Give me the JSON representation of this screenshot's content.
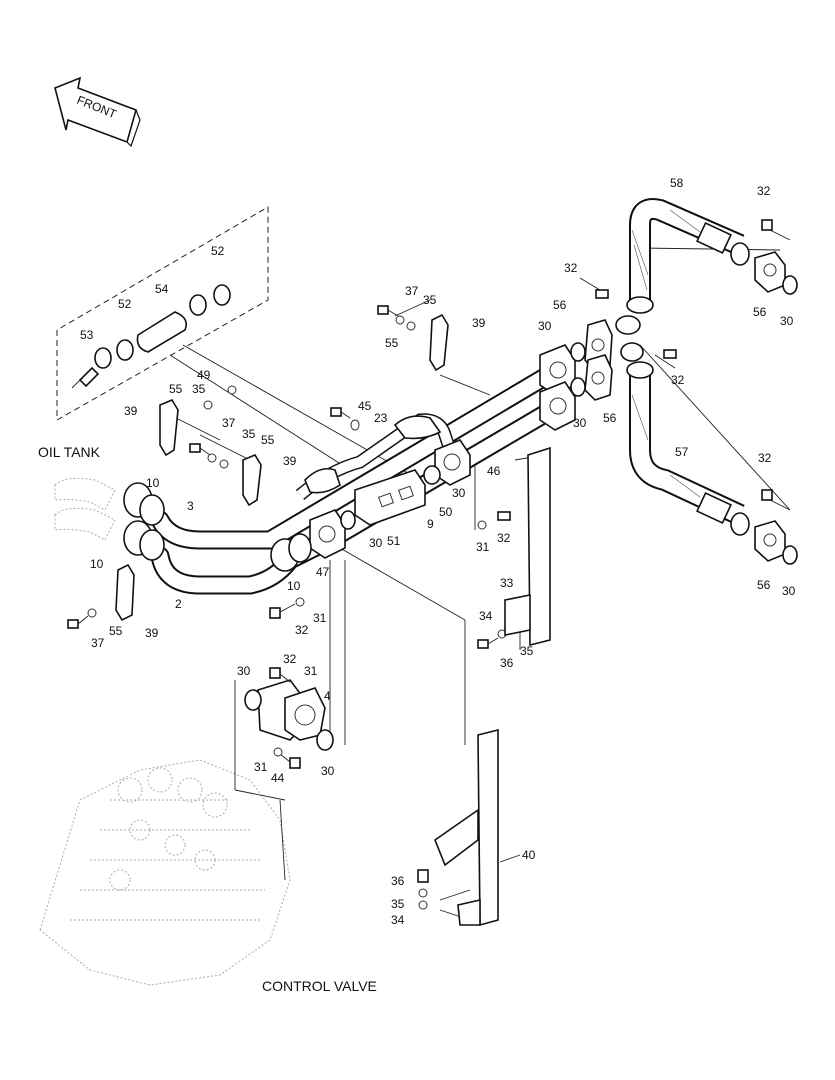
{
  "captions": {
    "front": "FRONT",
    "oil_tank": "OIL TANK",
    "control_valve": "CONTROL VALVE"
  },
  "callouts": [
    {
      "id": "c58",
      "text": "58"
    },
    {
      "id": "c32a",
      "text": "32"
    },
    {
      "id": "c32b",
      "text": "32"
    },
    {
      "id": "c37a",
      "text": "37"
    },
    {
      "id": "c35a",
      "text": "35"
    },
    {
      "id": "c39a",
      "text": "39"
    },
    {
      "id": "c55a",
      "text": "55"
    },
    {
      "id": "c56a",
      "text": "56"
    },
    {
      "id": "c30a",
      "text": "30"
    },
    {
      "id": "c56b",
      "text": "56"
    },
    {
      "id": "c30b",
      "text": "30"
    },
    {
      "id": "c32c",
      "text": "32"
    },
    {
      "id": "c30c",
      "text": "30"
    },
    {
      "id": "c56c",
      "text": "56"
    },
    {
      "id": "c52a",
      "text": "52"
    },
    {
      "id": "c52b",
      "text": "52"
    },
    {
      "id": "c54",
      "text": "54"
    },
    {
      "id": "c53",
      "text": "53"
    },
    {
      "id": "c49",
      "text": "49"
    },
    {
      "id": "c55b",
      "text": "55"
    },
    {
      "id": "c35b",
      "text": "35"
    },
    {
      "id": "c39b",
      "text": "39"
    },
    {
      "id": "c45",
      "text": "45"
    },
    {
      "id": "c23",
      "text": "23"
    },
    {
      "id": "c37b",
      "text": "37"
    },
    {
      "id": "c35c",
      "text": "35"
    },
    {
      "id": "c55c",
      "text": "55"
    },
    {
      "id": "c39c",
      "text": "39"
    },
    {
      "id": "c46",
      "text": "46"
    },
    {
      "id": "c30d",
      "text": "30"
    },
    {
      "id": "c50",
      "text": "50"
    },
    {
      "id": "c9",
      "text": "9"
    },
    {
      "id": "c57",
      "text": "57"
    },
    {
      "id": "c32d",
      "text": "32"
    },
    {
      "id": "c10a",
      "text": "10"
    },
    {
      "id": "c3",
      "text": "3"
    },
    {
      "id": "c10b",
      "text": "10"
    },
    {
      "id": "c51",
      "text": "51"
    },
    {
      "id": "c30e",
      "text": "30"
    },
    {
      "id": "c31a",
      "text": "31"
    },
    {
      "id": "c32e",
      "text": "32"
    },
    {
      "id": "c56d",
      "text": "56"
    },
    {
      "id": "c30f",
      "text": "30"
    },
    {
      "id": "c47",
      "text": "47"
    },
    {
      "id": "c10c",
      "text": "10"
    },
    {
      "id": "c2",
      "text": "2"
    },
    {
      "id": "c33",
      "text": "33"
    },
    {
      "id": "c31b",
      "text": "31"
    },
    {
      "id": "c32f",
      "text": "32"
    },
    {
      "id": "c55d",
      "text": "55"
    },
    {
      "id": "c39d",
      "text": "39"
    },
    {
      "id": "c37c",
      "text": "37"
    },
    {
      "id": "c34a",
      "text": "34"
    },
    {
      "id": "c35d",
      "text": "35"
    },
    {
      "id": "c36a",
      "text": "36"
    },
    {
      "id": "c32g",
      "text": "32"
    },
    {
      "id": "c31c",
      "text": "31"
    },
    {
      "id": "c30g",
      "text": "30"
    },
    {
      "id": "c4",
      "text": "4"
    },
    {
      "id": "c31d",
      "text": "31"
    },
    {
      "id": "c30h",
      "text": "30"
    },
    {
      "id": "c44",
      "text": "44"
    },
    {
      "id": "c40",
      "text": "40"
    },
    {
      "id": "c36b",
      "text": "36"
    },
    {
      "id": "c35e",
      "text": "35"
    },
    {
      "id": "c34b",
      "text": "34"
    }
  ]
}
